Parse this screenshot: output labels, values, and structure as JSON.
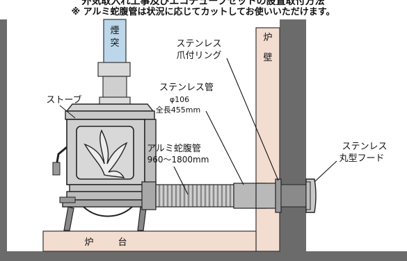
{
  "header": {
    "line1": "外気取入れ工事及びエコチューブセットの設置取付方法",
    "line2": "※ アルミ蛇腹管は状況に応じてカットしてお使いいただけます。"
  },
  "labels": {
    "chimney": [
      "煙",
      "突"
    ],
    "wall": [
      "炉",
      "壁"
    ],
    "hearth": [
      "炉",
      "台"
    ],
    "stove": "ストーブ",
    "claw_ring_1": "ステンレス",
    "claw_ring_2": "爪付リング",
    "ss_pipe_1": "ステンレス管",
    "ss_pipe_2": "φ106",
    "ss_pipe_3": "全長455mm",
    "alu_pipe_1": "アルミ蛇腹管",
    "alu_pipe_2": "960〜1800mm",
    "hood_1": "ステンレス",
    "hood_2": "丸型フード"
  },
  "colors": {
    "wall_pink": "#f3ddd0",
    "frame_gray": "#6b6b6b",
    "pipe_gray": "#b9b9b9",
    "chimney_blue": "#bcd6ea",
    "stove_gray": "#cfcfcf",
    "outline": "#111111"
  }
}
